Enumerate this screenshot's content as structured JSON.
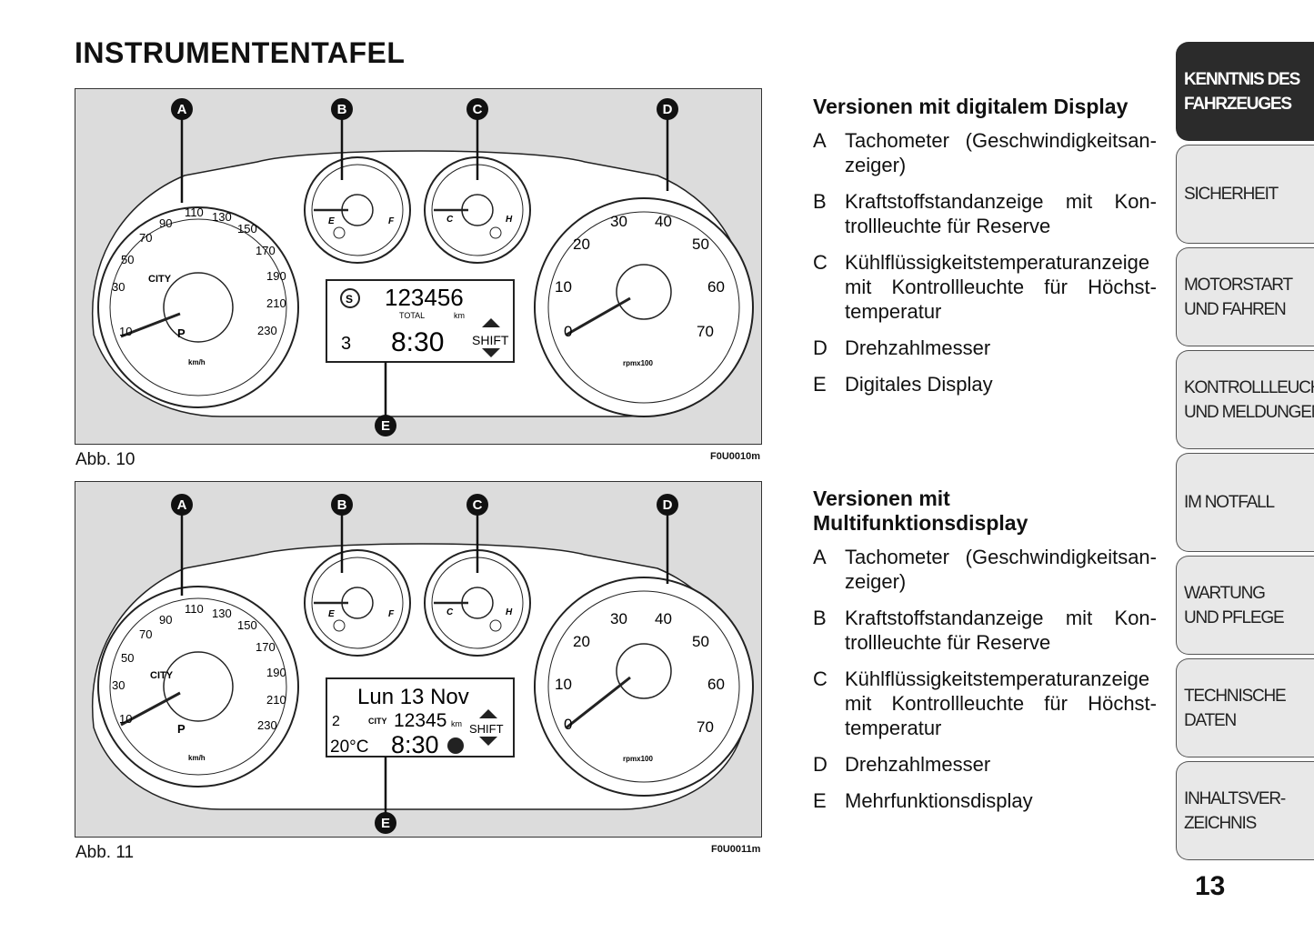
{
  "page_title": "INSTRUMENTENTAFEL",
  "figures": [
    {
      "caption": "Abb. 10",
      "code": "F0U0010m",
      "callouts": [
        "A",
        "B",
        "C",
        "D",
        "E"
      ],
      "speedo_ticks": [
        "10",
        "30",
        "50",
        "70",
        "90",
        "110",
        "130",
        "150",
        "170",
        "190",
        "210",
        "230"
      ],
      "speedo_unit": "km/h",
      "city_label": "CITY",
      "park_label": "P",
      "fuel_labels": [
        "E",
        "F"
      ],
      "temp_labels": [
        "C",
        "H"
      ],
      "tacho_ticks": [
        "0",
        "10",
        "20",
        "30",
        "40",
        "50",
        "60",
        "70"
      ],
      "tacho_unit": "rpmx100",
      "display": {
        "odometer": "123456",
        "total_label": "TOTAL",
        "km_label": "km",
        "level": "3",
        "time": "8:30",
        "shift": "SHIFT"
      }
    },
    {
      "caption": "Abb. 11",
      "code": "F0U0011m",
      "callouts": [
        "A",
        "B",
        "C",
        "D",
        "E"
      ],
      "speedo_ticks": [
        "10",
        "30",
        "50",
        "70",
        "90",
        "110",
        "130",
        "150",
        "170",
        "190",
        "210",
        "230"
      ],
      "speedo_unit": "km/h",
      "city_label": "CITY",
      "park_label": "P",
      "fuel_labels": [
        "E",
        "F"
      ],
      "temp_labels": [
        "C",
        "H"
      ],
      "tacho_ticks": [
        "0",
        "10",
        "20",
        "30",
        "40",
        "50",
        "60",
        "70"
      ],
      "tacho_unit": "rpmx100",
      "display": {
        "date": "Lun 13 Nov",
        "level": "2",
        "city_label": "CITY",
        "odometer": "12345",
        "km_label": "km",
        "temperature": "20°C",
        "time": "8:30",
        "shift": "SHIFT"
      }
    }
  ],
  "sections": [
    {
      "heading": "Versionen mit digitalem Display",
      "items": [
        {
          "letter": "A",
          "text": "Tachometer (Geschwindigkeitsan-zeiger)"
        },
        {
          "letter": "B",
          "text": "Kraftstoffstandanzeige mit Kon-trollleuchte für Reserve"
        },
        {
          "letter": "C",
          "text": "Kühlflüssigkeitstemperaturanzeige mit Kontrollleuchte für Höchst-temperatur"
        },
        {
          "letter": "D",
          "text": "Drehzahlmesser"
        },
        {
          "letter": "E",
          "text": "Digitales Display"
        }
      ]
    },
    {
      "heading": "Versionen mit Multifunktionsdisplay",
      "items": [
        {
          "letter": "A",
          "text": "Tachometer (Geschwindigkeitsan-zeiger)"
        },
        {
          "letter": "B",
          "text": "Kraftstoffstandanzeige mit Kon-trollleuchte für Reserve"
        },
        {
          "letter": "C",
          "text": "Kühlflüssigkeitstemperaturanzeige mit Kontrollleuchte für Höchst-temperatur"
        },
        {
          "letter": "D",
          "text": "Drehzahlmesser"
        },
        {
          "letter": "E",
          "text": "Mehrfunktionsdisplay"
        }
      ]
    }
  ],
  "tabs": [
    {
      "label": "KENNTNIS DES\nFAHRZEUGES",
      "active": true
    },
    {
      "label": "SICHERHEIT",
      "active": false
    },
    {
      "label": "MOTORSTART\nUND FAHREN",
      "active": false
    },
    {
      "label": "KONTROLLLEUCHTEN\nUND MELDUNGEN",
      "active": false
    },
    {
      "label": "IM NOTFALL",
      "active": false
    },
    {
      "label": "WARTUNG\nUND PFLEGE",
      "active": false
    },
    {
      "label": "TECHNISCHE\nDATEN",
      "active": false
    },
    {
      "label": "INHALTSVER-\nZEICHNIS",
      "active": false
    }
  ],
  "page_number": "13"
}
